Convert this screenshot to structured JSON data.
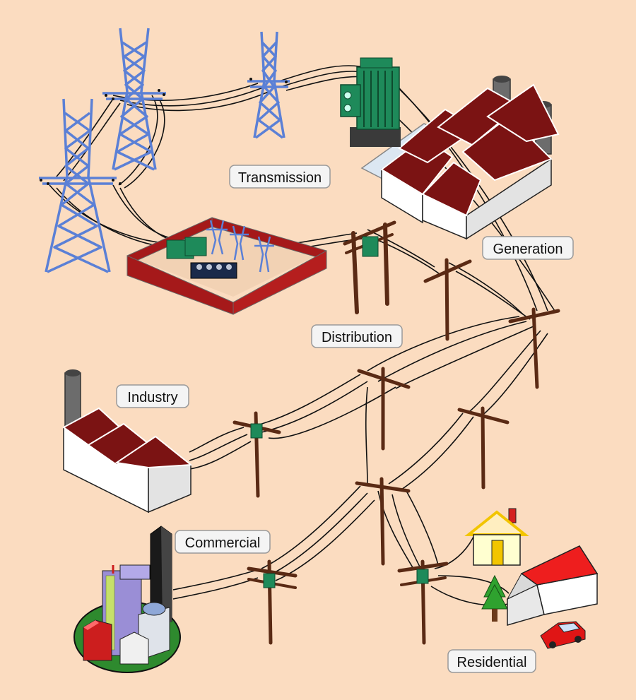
{
  "labels": {
    "transmission": "Transmission",
    "generation": "Generation",
    "distribution": "Distribution",
    "industry": "Industry",
    "commercial": "Commercial",
    "residential": "Residential"
  },
  "colors": {
    "background": "#fbdcc0",
    "tower": "#5b80d6",
    "roof": "#7b1313",
    "pole": "#5a2a14",
    "transformer": "#1e8a5a",
    "substation_wall": "#a5191a"
  }
}
